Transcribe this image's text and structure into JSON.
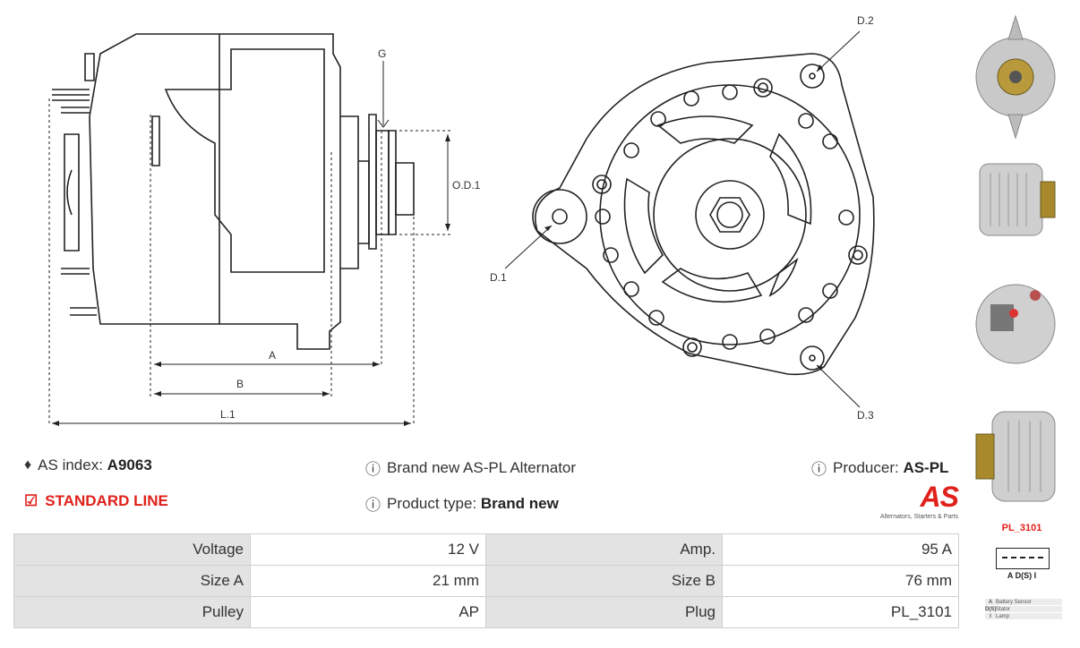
{
  "drawing": {
    "labels": {
      "g": "G",
      "od1": "O.D.1",
      "a": "A",
      "b": "B",
      "l1": "L.1",
      "d1": "D.1",
      "d2": "D.2",
      "d3": "D.3"
    }
  },
  "info": {
    "as_index_label": "AS index:",
    "as_index_value": "A9063",
    "line": "STANDARD LINE",
    "description": "Brand new AS-PL Alternator",
    "product_type_label": "Product type:",
    "product_type_value": "Brand new",
    "producer_label": "Producer:",
    "producer_value": "AS-PL",
    "logo_text": "AS",
    "logo_tagline": "Alternators, Starters & Parts"
  },
  "specs": [
    {
      "label1": "Voltage",
      "value1": "12 V",
      "label2": "Amp.",
      "value2": "95 A"
    },
    {
      "label1": "Size A",
      "value1": "21 mm",
      "label2": "Size B",
      "value2": "76 mm"
    },
    {
      "label1": "Pulley",
      "value1": "AP",
      "label2": "Plug",
      "value2": "PL_3101"
    }
  ],
  "plug": {
    "code": "PL_3101",
    "pins": "A D(S) I",
    "legend": [
      {
        "key": "A",
        "text": "Battery Sensor"
      },
      {
        "key": "D(S)",
        "text": "Stator"
      },
      {
        "key": "I",
        "text": "Lamp"
      }
    ]
  },
  "colors": {
    "accent_red": "#e0201b",
    "table_label_bg": "#e3e3e3",
    "table_border": "#cfcfcf"
  }
}
